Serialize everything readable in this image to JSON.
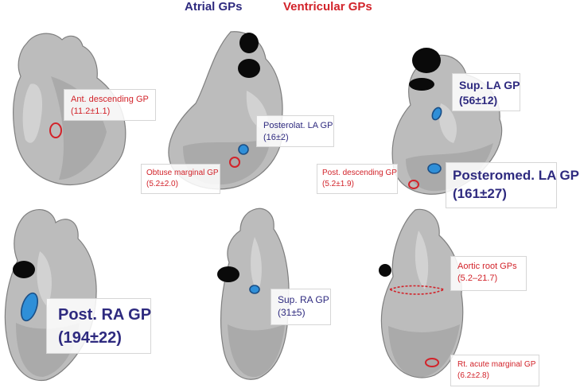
{
  "legend": {
    "atrial": "Atrial GPs",
    "ventricular": "Ventricular GPs",
    "atrial_color": "#2e2a7f",
    "ventricular_color": "#d2232a"
  },
  "labels": {
    "ant_desc": {
      "name": "Ant. descending GP",
      "value": "(11.2±1.1)"
    },
    "posterolat_la": {
      "name": "Posterolat. LA GP",
      "value": "(16±2)"
    },
    "obtuse_marginal": {
      "name": "Obtuse marginal GP",
      "value": "(5.2±2.0)"
    },
    "sup_la": {
      "name": "Sup. LA GP",
      "value": "(56±12)"
    },
    "post_desc": {
      "name": "Post. descending GP",
      "value": "(5.2±1.9)"
    },
    "posteromed_la": {
      "name": "Posteromed. LA GP",
      "value": "(161±27)"
    },
    "post_ra": {
      "name": "Post. RA GP",
      "value": "(194±22)"
    },
    "sup_ra": {
      "name": "Sup. RA GP",
      "value": "(31±5)"
    },
    "aortic_root": {
      "name": "Aortic root GPs",
      "value": "(5.2–21.7)"
    },
    "rt_acute_marginal": {
      "name": "Rt. acute marginal GP",
      "value": "(6.2±2.8)"
    }
  },
  "marker_colors": {
    "atrial_fill": "#2f8fd8",
    "ventricular_stroke": "#d2232a"
  }
}
